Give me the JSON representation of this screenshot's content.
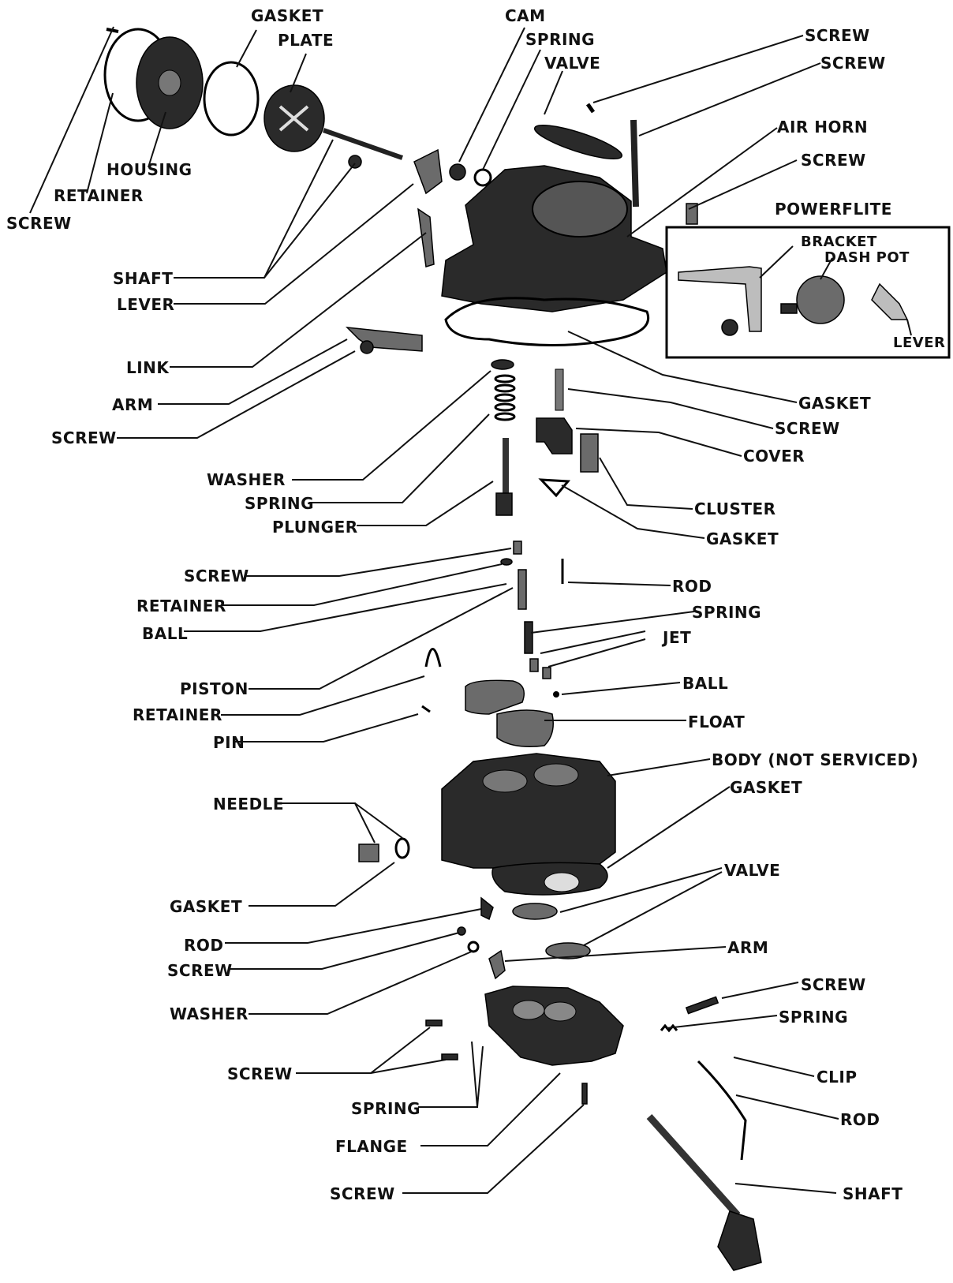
{
  "colors": {
    "ink": "#111111",
    "background": "#ffffff"
  },
  "callouts": [
    {
      "id": "gasket-top",
      "text": "GASKET"
    },
    {
      "id": "plate",
      "text": "PLATE"
    },
    {
      "id": "cam",
      "text": "CAM"
    },
    {
      "id": "spring-top",
      "text": "SPRING"
    },
    {
      "id": "valve-top",
      "text": "VALVE"
    },
    {
      "id": "screw-top-right-1",
      "text": "SCREW"
    },
    {
      "id": "screw-top-right-2",
      "text": "SCREW"
    },
    {
      "id": "air-horn",
      "text": "AIR HORN"
    },
    {
      "id": "screw-air-horn",
      "text": "SCREW"
    },
    {
      "id": "housing",
      "text": "HOUSING"
    },
    {
      "id": "retainer-top",
      "text": "RETAINER"
    },
    {
      "id": "screw-top-left",
      "text": "SCREW"
    },
    {
      "id": "shaft-top",
      "text": "SHAFT"
    },
    {
      "id": "lever-top",
      "text": "LEVER"
    },
    {
      "id": "link",
      "text": "LINK"
    },
    {
      "id": "arm-top",
      "text": "ARM"
    },
    {
      "id": "screw-arm",
      "text": "SCREW"
    },
    {
      "id": "gasket-air-horn",
      "text": "GASKET"
    },
    {
      "id": "screw-cover",
      "text": "SCREW"
    },
    {
      "id": "cover",
      "text": "COVER"
    },
    {
      "id": "washer-top",
      "text": "WASHER"
    },
    {
      "id": "spring-plunger",
      "text": "SPRING"
    },
    {
      "id": "plunger",
      "text": "PLUNGER"
    },
    {
      "id": "cluster",
      "text": "CLUSTER"
    },
    {
      "id": "gasket-cluster",
      "text": "GASKET"
    },
    {
      "id": "screw-mid",
      "text": "SCREW"
    },
    {
      "id": "retainer-mid",
      "text": "RETAINER"
    },
    {
      "id": "ball-mid",
      "text": "BALL"
    },
    {
      "id": "rod-mid",
      "text": "ROD"
    },
    {
      "id": "spring-mid",
      "text": "SPRING"
    },
    {
      "id": "jet",
      "text": "JET"
    },
    {
      "id": "piston",
      "text": "PISTON"
    },
    {
      "id": "retainer-piston",
      "text": "RETAINER"
    },
    {
      "id": "pin",
      "text": "PIN"
    },
    {
      "id": "ball-right",
      "text": "BALL"
    },
    {
      "id": "float",
      "text": "FLOAT"
    },
    {
      "id": "body",
      "text": "BODY (NOT SERVICED)"
    },
    {
      "id": "gasket-body",
      "text": "GASKET"
    },
    {
      "id": "needle",
      "text": "NEEDLE"
    },
    {
      "id": "gasket-needle",
      "text": "GASKET"
    },
    {
      "id": "valve-lower",
      "text": "VALVE"
    },
    {
      "id": "rod-lower",
      "text": "ROD"
    },
    {
      "id": "screw-lower",
      "text": "SCREW"
    },
    {
      "id": "arm-lower",
      "text": "ARM"
    },
    {
      "id": "washer-lower",
      "text": "WASHER"
    },
    {
      "id": "screw-flange-right",
      "text": "SCREW"
    },
    {
      "id": "spring-flange-right",
      "text": "SPRING"
    },
    {
      "id": "screw-flange-left",
      "text": "SCREW"
    },
    {
      "id": "clip",
      "text": "CLIP"
    },
    {
      "id": "spring-flange-left",
      "text": "SPRING"
    },
    {
      "id": "rod-bottom",
      "text": "ROD"
    },
    {
      "id": "flange",
      "text": "FLANGE"
    },
    {
      "id": "screw-bottom",
      "text": "SCREW"
    },
    {
      "id": "shaft-bottom",
      "text": "SHAFT"
    }
  ],
  "inset": {
    "title": "POWERFLITE",
    "labels": {
      "bracket": "BRACKET",
      "dash_pot": "DASH POT",
      "lever": "LEVER"
    }
  }
}
